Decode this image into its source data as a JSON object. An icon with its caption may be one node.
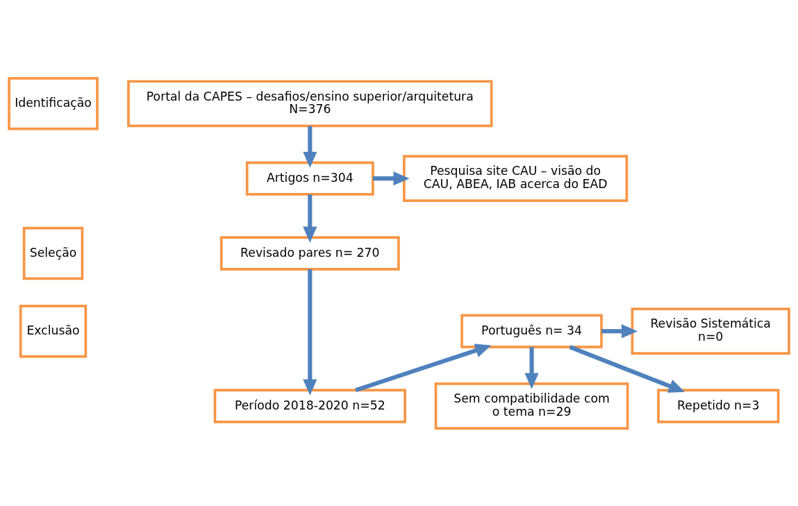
{
  "diagram": {
    "nodes": [
      {
        "text": [
          "Identificação"
        ]
      },
      {
        "text": [
          "Portal da CAPES – desafios/ensino superior/arquitetura",
          "N=376"
        ]
      },
      {
        "text": [
          "Artigos n=304"
        ]
      },
      {
        "text": [
          "Pesquisa site CAU – visão do CAU, ABEA, IAB acerca do EAD"
        ]
      },
      {
        "text": [
          "Seleção"
        ]
      },
      {
        "text": [
          "Revisado pares n= 270"
        ]
      },
      {
        "text": [
          "Período 2018-2020 n=52"
        ]
      },
      {
        "text": [
          "Exclusão"
        ]
      },
      {
        "text": [
          "Português n= 34"
        ]
      },
      {
        "text": [
          "Sem compatibilidade com o tema n=29"
        ]
      },
      {
        "text": [
          "Revisão Sistemática n=0"
        ]
      },
      {
        "text": [
          "Repetido n=3"
        ]
      }
    ],
    "edges": [
      {
        "from": 1,
        "to": 2,
        "arrow": "to"
      },
      {
        "from": 2,
        "to": 5,
        "arrow": "to"
      },
      {
        "from": 5,
        "to": 6,
        "arrow": "to"
      },
      {
        "from": 6,
        "to": 8,
        "arrow": "to"
      },
      {
        "from": 2,
        "to": 3,
        "arrow": "to"
      },
      {
        "from": 8,
        "to": 9,
        "arrow": "to"
      },
      {
        "from": 8,
        "to": 10,
        "arrow": "to"
      },
      {
        "from": 8,
        "to": 11,
        "arrow": "to"
      }
    ]
  }
}
